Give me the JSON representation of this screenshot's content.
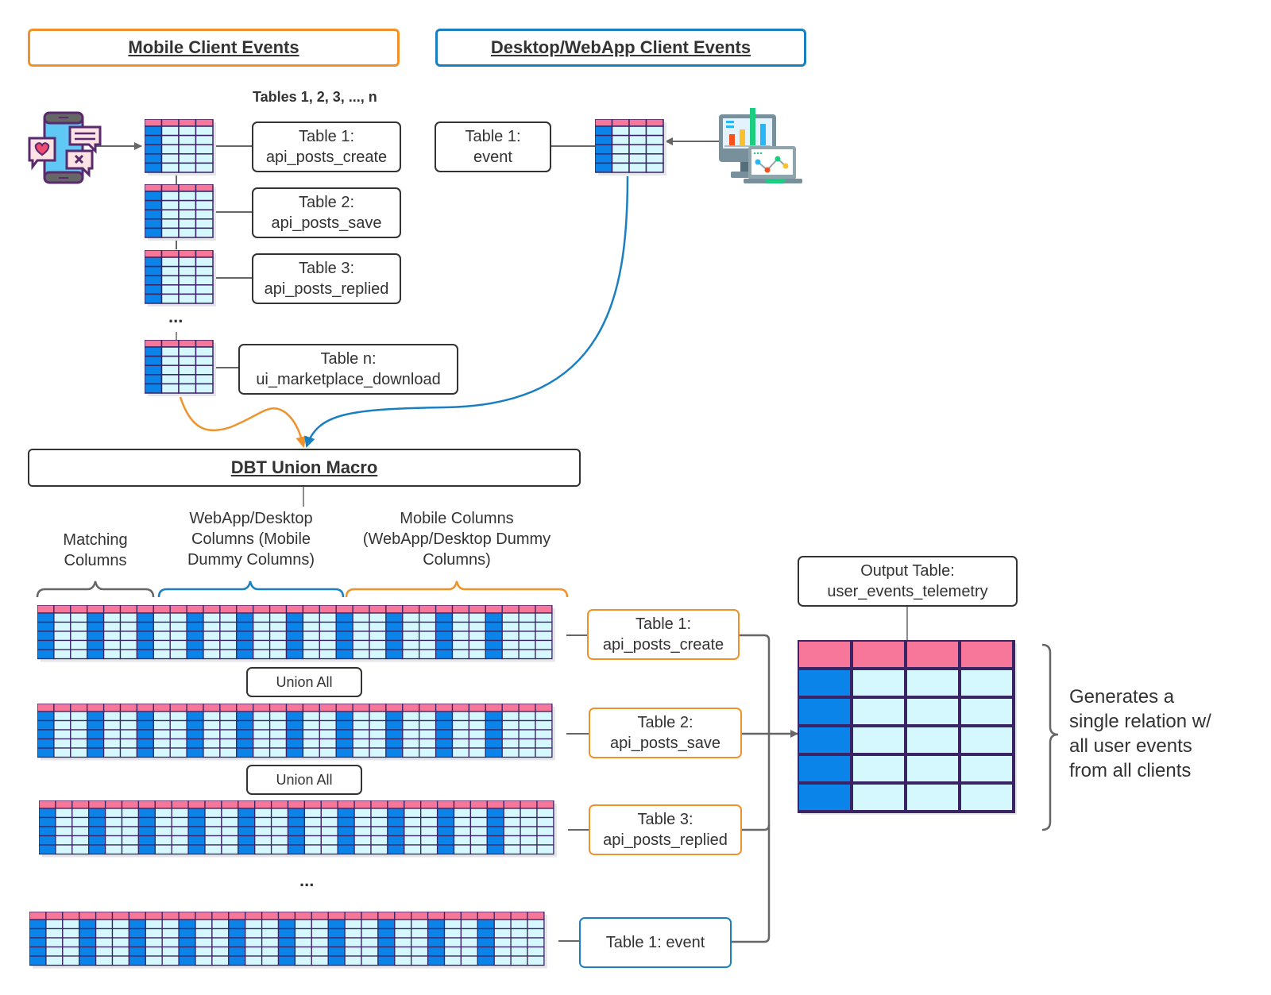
{
  "headers": {
    "mobile": "Mobile Client Events",
    "desktop": "Desktop/WebApp Client Events",
    "macro": "DBT Union Macro"
  },
  "mobile": {
    "tables_caption": "Tables 1, 2, 3, ...,  n",
    "ellipsis": "...",
    "tables": [
      {
        "line1": "Table 1:",
        "line2": "api_posts_create"
      },
      {
        "line1": "Table 2:",
        "line2": "api_posts_save"
      },
      {
        "line1": "Table 3:",
        "line2": "api_posts_replied"
      },
      {
        "line1": "Table n:",
        "line2": "ui_marketplace_download"
      }
    ],
    "icon": "mobile-phone-chat-icon"
  },
  "desktop": {
    "tables": [
      {
        "line1": "Table 1:",
        "line2": "event"
      }
    ],
    "icon": "desktop-laptop-analytics-icon"
  },
  "column_groups": [
    {
      "label": "Matching Columns",
      "lines": [
        "Matching",
        "Columns"
      ],
      "color": "#666666"
    },
    {
      "label": "WebApp/Desktop Columns (Mobile Dummy Columns)",
      "lines": [
        "WebApp/Desktop",
        "Columns (Mobile",
        "Dummy Columns)"
      ],
      "color": "#1a7fc1"
    },
    {
      "label": "Mobile Columns (WebApp/Desktop Dummy Columns)",
      "lines": [
        "Mobile Columns",
        "(WebApp/Desktop Dummy",
        "Columns)"
      ],
      "color": "#f0922b"
    }
  ],
  "union": {
    "union_label": "Union All",
    "ellipsis": "...",
    "rows": [
      {
        "line1": "Table 1:",
        "line2": "api_posts_create",
        "source": "mobile"
      },
      {
        "line1": "Table 2:",
        "line2": "api_posts_save",
        "source": "mobile"
      },
      {
        "line1": "Table 3:",
        "line2": "api_posts_replied",
        "source": "mobile"
      },
      {
        "line1": "Table 1: event",
        "line2": "",
        "source": "desktop"
      }
    ]
  },
  "output": {
    "line1": "Output Table:",
    "line2": "user_events_telemetry",
    "description": [
      "Generates a",
      "single relation w/",
      "all user events",
      "from all clients"
    ]
  },
  "colors": {
    "mobile_accent": "#f0922b",
    "desktop_accent": "#1a7fc1",
    "table_header": "#f7779a",
    "table_key_column": "#0a84e8",
    "table_cell": "#d4f8fd",
    "table_border": "#3b2466",
    "line": "#666666"
  }
}
